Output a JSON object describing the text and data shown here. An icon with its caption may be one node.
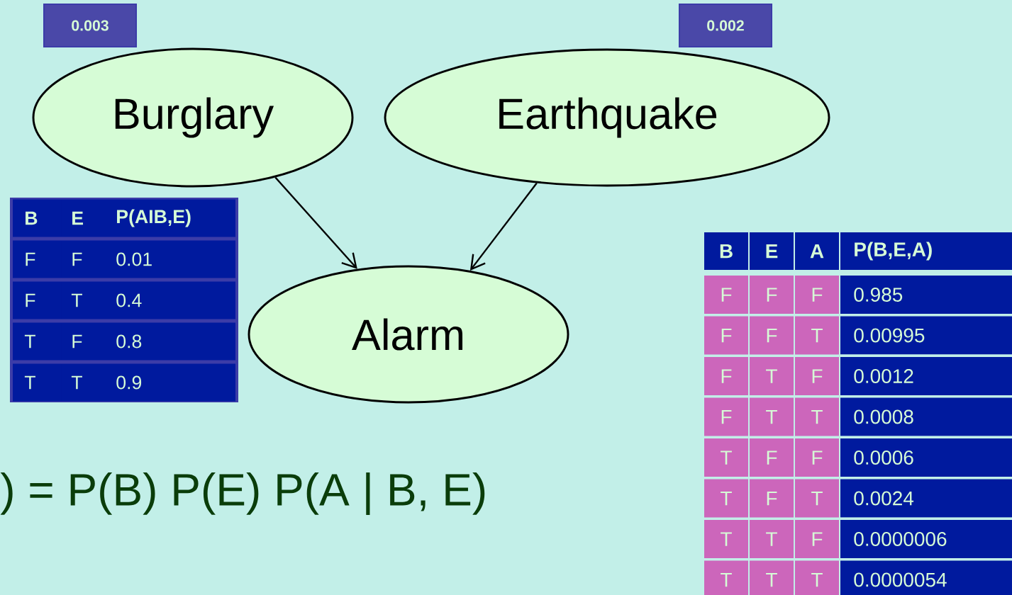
{
  "diagram": {
    "nodes": [
      {
        "text": [
          "0.003"
        ]
      },
      {
        "text": [
          "0.002"
        ]
      },
      {
        "text": [
          "Burglary"
        ]
      },
      {
        "text": [
          "Earthquake"
        ]
      },
      {
        "text": [
          "Alarm"
        ]
      }
    ],
    "edges": [
      {
        "from": 2,
        "to": 4,
        "arrow": "to"
      },
      {
        "from": 3,
        "to": 4,
        "arrow": "to"
      }
    ],
    "labels": [
      "B",
      "E",
      "P(AIB,E)",
      "F",
      "F",
      "0.01",
      "F",
      "T",
      "0.4",
      "T",
      "F",
      "0.8",
      "T",
      "T",
      "0.9",
      ") = P(B) P(E) P(A | B, E)",
      "B",
      "E",
      "A",
      "P(B,E,A)",
      "F",
      "F",
      "F",
      "0.985",
      "F",
      "F",
      "T",
      "0.00995",
      "F",
      "T",
      "F",
      "0.0012",
      "F",
      "T",
      "T",
      "0.0008",
      "T",
      "F",
      "F",
      "0.0006",
      "T",
      "F",
      "T",
      "0.0024",
      "T",
      "T",
      "F",
      "0.0000006",
      "T",
      "T",
      "T",
      "0.0000054"
    ]
  }
}
